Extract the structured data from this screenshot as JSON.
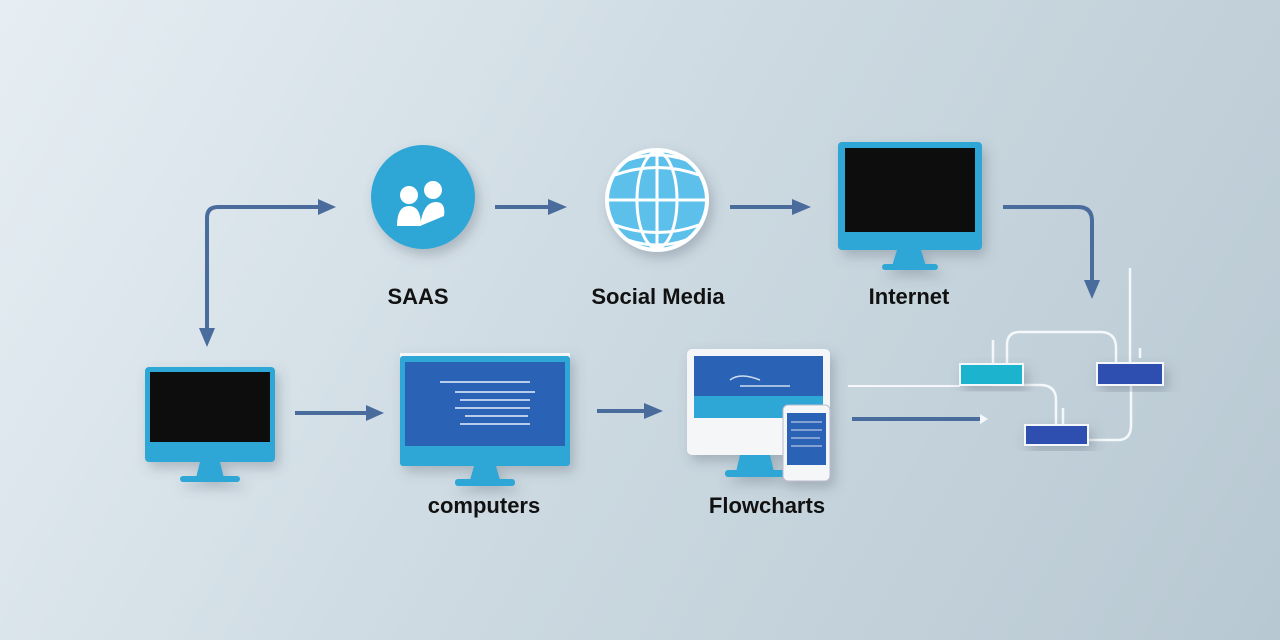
{
  "nodes": {
    "saas": {
      "label": "SAAS",
      "icon": "users-icon"
    },
    "social_media": {
      "label": "Social Media",
      "icon": "globe-icon"
    },
    "internet": {
      "label": "Internet",
      "icon": "monitor-icon"
    },
    "computers": {
      "label": "computers",
      "icon": "monitor-icon"
    },
    "flowcharts": {
      "label": "Flowcharts",
      "icon": "desktop-tablet-icon"
    }
  },
  "colors": {
    "accent": "#2fa8d8",
    "arrow": "#4a6c9c",
    "router_cyan": "#1fb3cf",
    "router_blue": "#2f4fb0"
  }
}
